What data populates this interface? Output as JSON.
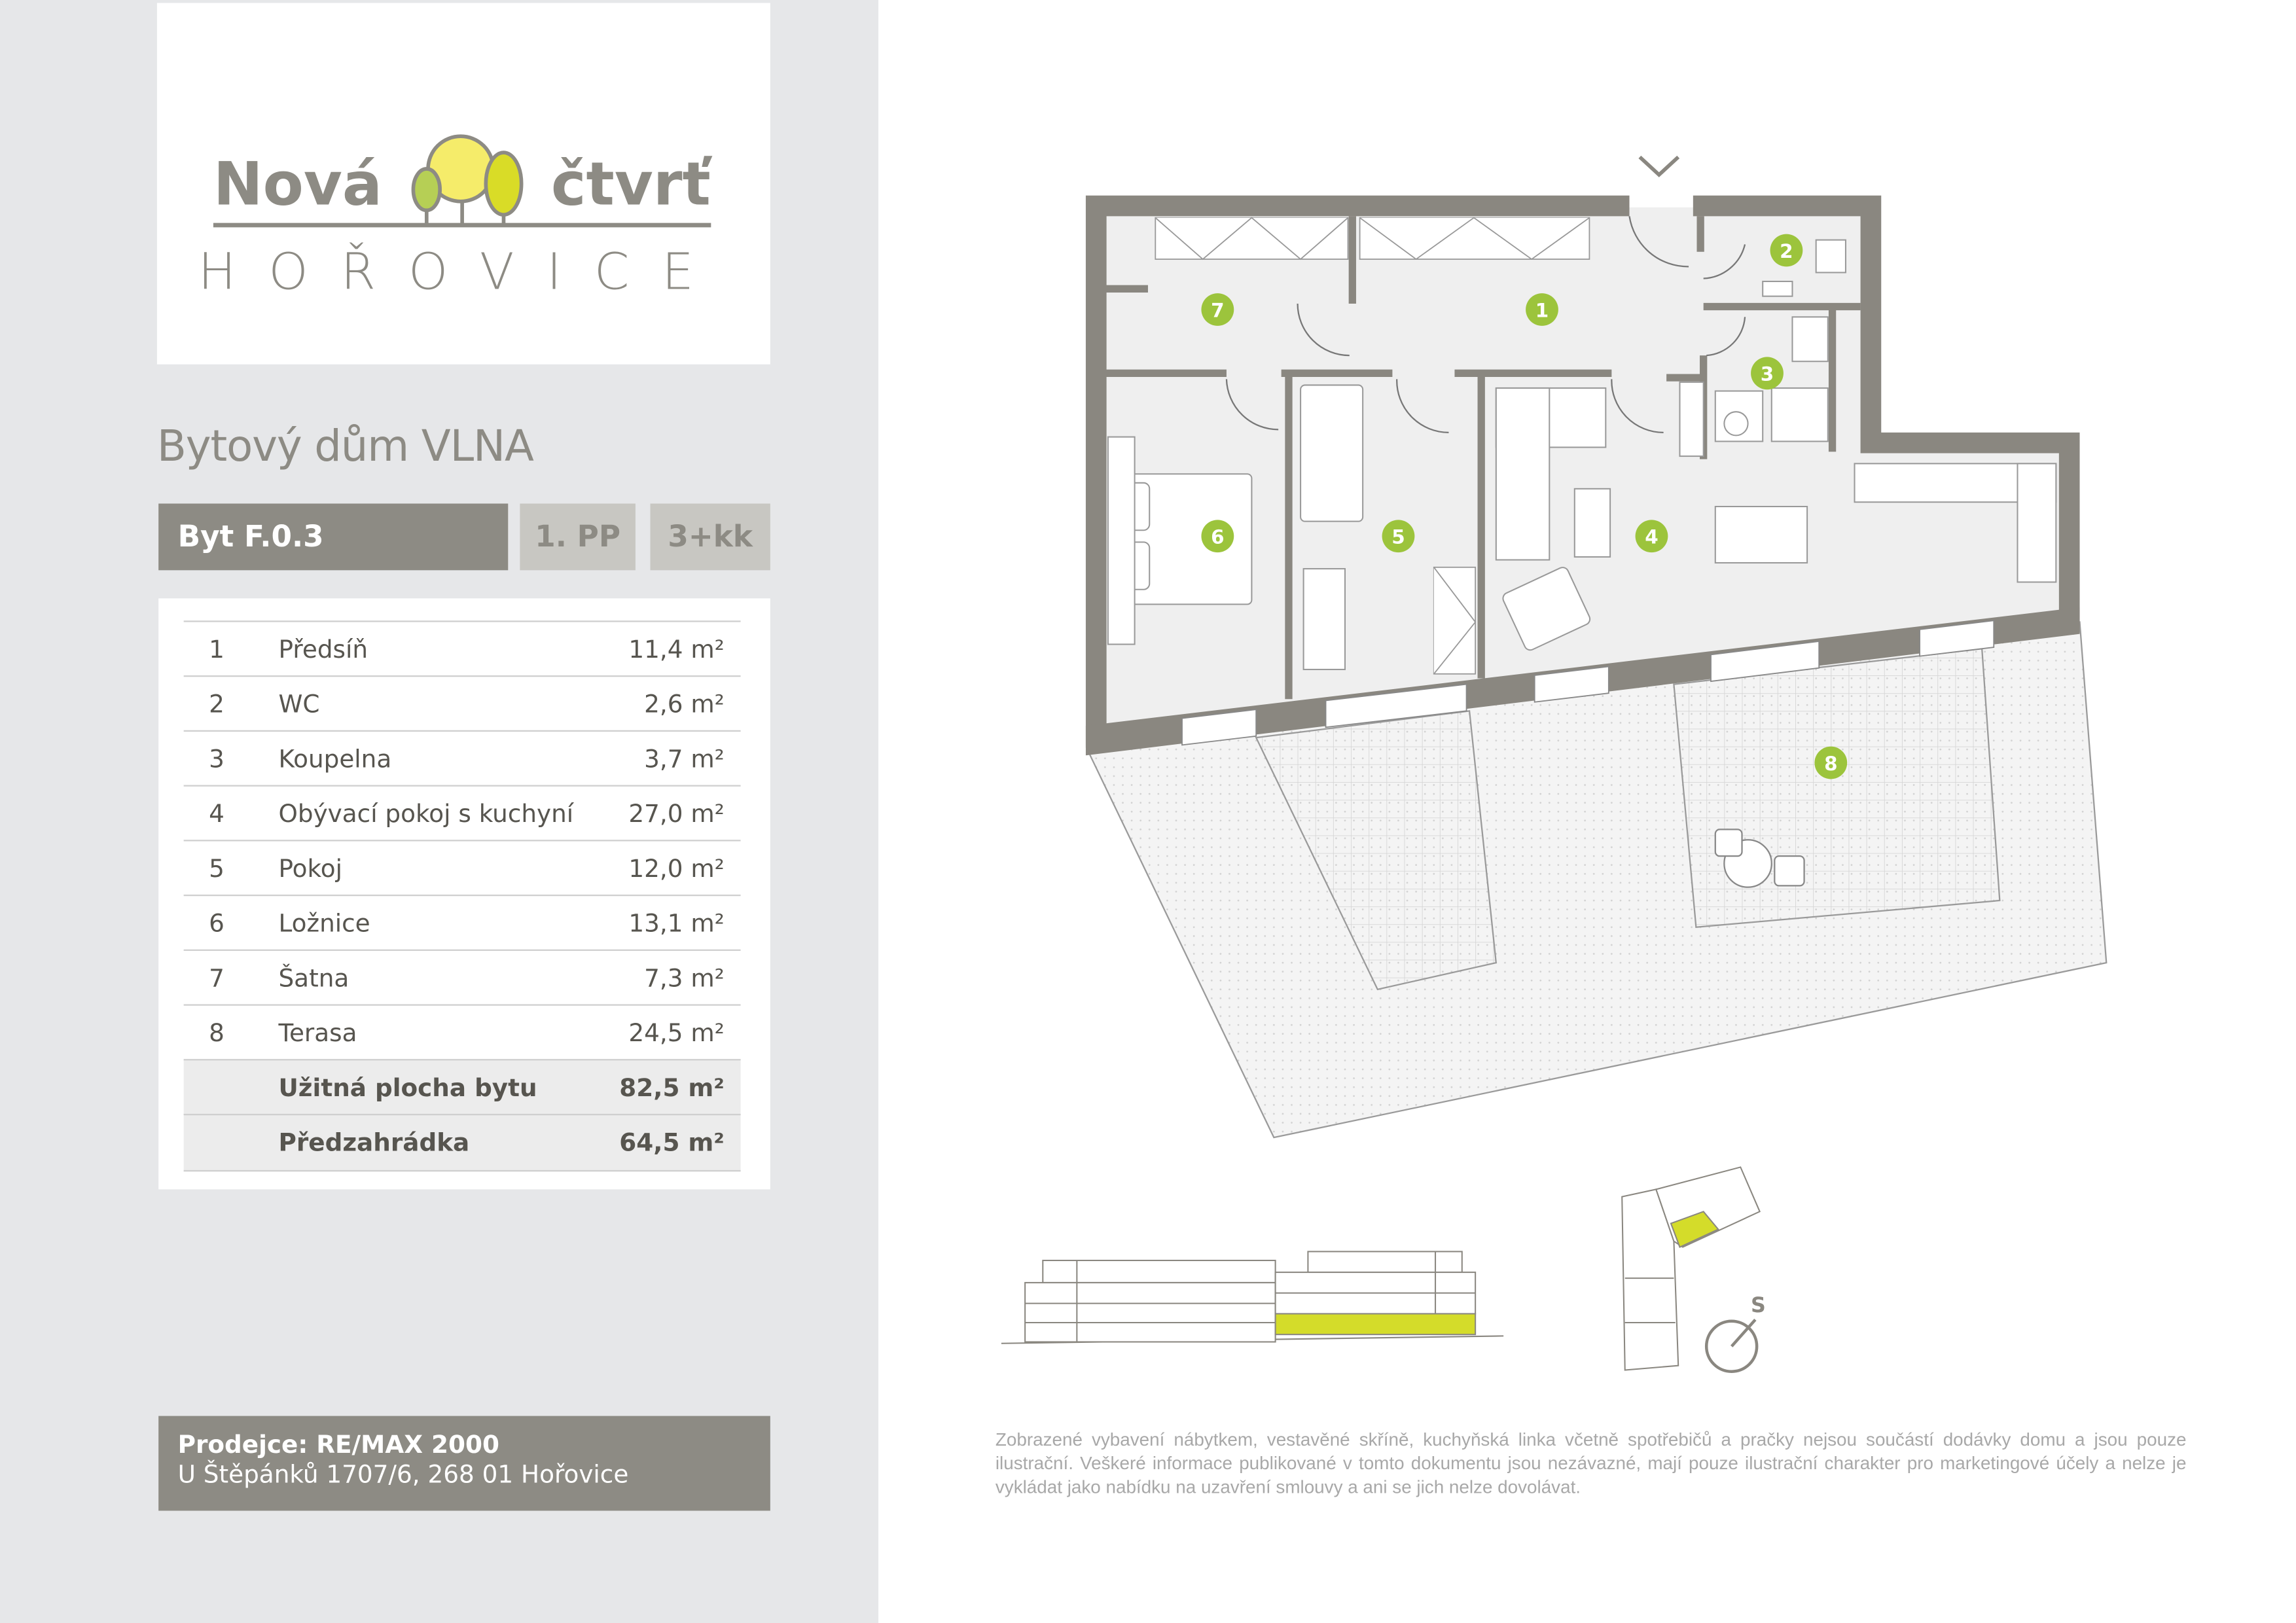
{
  "logo": {
    "line1_left": "Nová",
    "line1_right": "čtvrť",
    "line2": "HOŘOVICE"
  },
  "building": "Bytový dům VLNA",
  "apartment": {
    "id": "Byt F.0.3",
    "floor": "1. PP",
    "layout": "3+kk"
  },
  "rooms": [
    {
      "no": "1",
      "name": "Předsíň",
      "area": "11,4 m²"
    },
    {
      "no": "2",
      "name": "WC",
      "area": "2,6 m²"
    },
    {
      "no": "3",
      "name": "Koupelna",
      "area": "3,7 m²"
    },
    {
      "no": "4",
      "name": "Obývací pokoj s kuchyní",
      "area": "27,0 m²"
    },
    {
      "no": "5",
      "name": "Pokoj",
      "area": "12,0 m²"
    },
    {
      "no": "6",
      "name": "Ložnice",
      "area": "13,1 m²"
    },
    {
      "no": "7",
      "name": "Šatna",
      "area": "7,3 m²"
    },
    {
      "no": "8",
      "name": "Terasa",
      "area": "24,5 m²"
    }
  ],
  "totals": [
    {
      "name": "Užitná plocha bytu",
      "area": "82,5 m²"
    },
    {
      "name": "Předzahrádka",
      "area": "64,5 m²"
    }
  ],
  "seller": {
    "title": "Prodejce: RE/MAX 2000",
    "address": "U Štěpánků 1707/6, 268 01 Hořovice"
  },
  "compass_label": "S",
  "disclaimer": "Zobrazené vybavení nábytkem, vestavěné skříně, kuchyňská linka včetně spotřebičů a pračky nejsou součástí dodávky domu a jsou pouze ilustrační. Veškeré informace publikované v tomto dokumentu jsou nezávazné, mají pouze ilustrační charakter pro marketingové účely a nelze je vykládat jako nabídku na uzavření smlouvy a ani se jich nelze dovolávat.",
  "colors": {
    "accent": "#9cc43c",
    "highlight": "#d4dc2a",
    "wall": "#8a8780",
    "panel": "#e6e7e9"
  }
}
